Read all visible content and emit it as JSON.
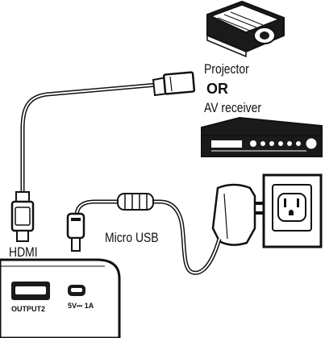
{
  "labels": {
    "projector": "Projector",
    "or": "OR",
    "av_receiver": "AV receiver",
    "micro_usb": "Micro USB",
    "hdmi": "HDMI",
    "output_port": "OUTPUT2",
    "power_port": "5V⎓ 1A"
  },
  "colors": {
    "line": "#111111",
    "fill_dark": "#1a1a1a",
    "fill_light": "#ffffff"
  },
  "icons": [
    "projector-icon",
    "av-receiver-icon",
    "wall-outlet-icon",
    "power-adapter-icon",
    "usb-plug-icon",
    "hdmi-plug-icon",
    "micro-usb-plug-icon"
  ]
}
